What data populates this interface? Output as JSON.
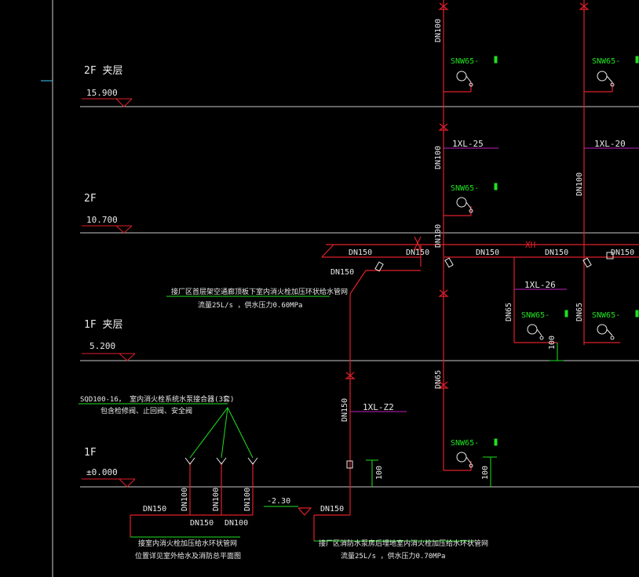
{
  "colors": {
    "background": "#000000",
    "pipe": "#e0202a",
    "floor_line": "#c8c8c8",
    "text": "#e8e8e8",
    "green": "#20e020",
    "magenta": "#c020c0",
    "cyan": "#40c8ff"
  },
  "floors": [
    {
      "name": "2F 夹层",
      "elevation": "15.900"
    },
    {
      "name": "2F",
      "elevation": "10.700"
    },
    {
      "name": "1F 夹层",
      "elevation": "5.200"
    },
    {
      "name": "1F",
      "elevation": "±0.000"
    }
  ],
  "riser_labels": [
    "1XL-25",
    "1XL-20",
    "1XL-26",
    "1XL-Z2"
  ],
  "pipe_sizes": {
    "dn150": "DN150",
    "dn100": "DN100",
    "dn65": "DN65"
  },
  "hydrant": "SNW65-",
  "valve_mark": "XH",
  "dim_100": "100",
  "notes": {
    "top_main_1": "接厂区首层架空通廊顶板下室内消火栓加压环状给水管网",
    "top_main_2": "流量25L/s ，供水压力0.60MPa",
    "pump_1": "SQD100-16，   室内消火栓系统水泵接合器(3套)",
    "pump_2": "包含检修阀、止回阀、安全阀",
    "bottom_left_1": "接室内消火栓加压给水环状管网",
    "bottom_left_2": "位置详见室外给水及消防总平面图",
    "bottom_right_1": "接厂区消防水泵房后埋地室内消火栓加压给水环状管网",
    "bottom_right_2": "流量25L/s ，供水压力0.70MPa",
    "depth": "-2.30"
  }
}
